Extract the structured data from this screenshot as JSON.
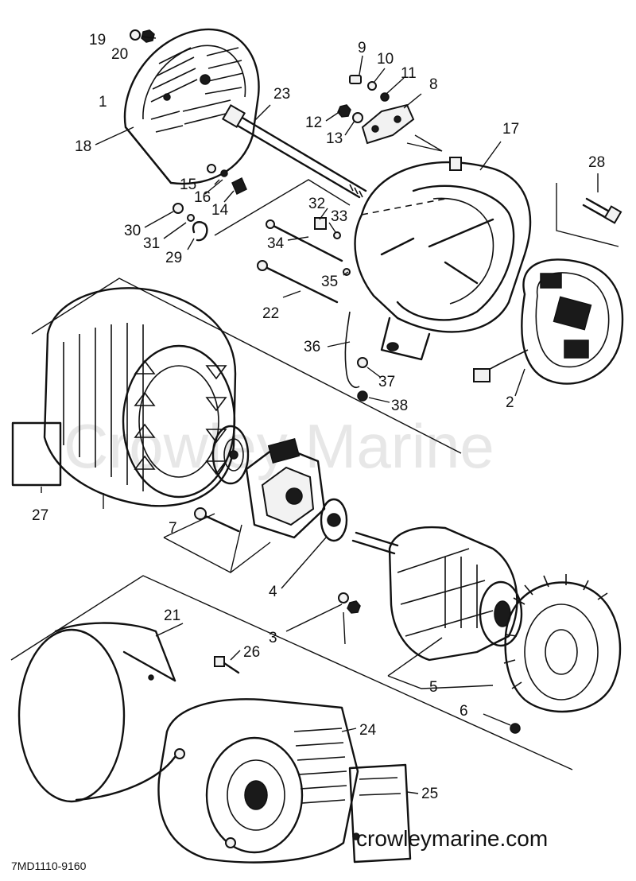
{
  "watermark": "Crowley Marine",
  "drawing_code": "7MD1110-9160",
  "website": "crowleymarine.com",
  "callouts": [
    {
      "id": "1",
      "label": "1"
    },
    {
      "id": "2",
      "label": "2"
    },
    {
      "id": "3",
      "label": "3"
    },
    {
      "id": "4",
      "label": "4"
    },
    {
      "id": "5",
      "label": "5"
    },
    {
      "id": "6",
      "label": "6"
    },
    {
      "id": "7",
      "label": "7"
    },
    {
      "id": "8",
      "label": "8"
    },
    {
      "id": "9",
      "label": "9"
    },
    {
      "id": "10",
      "label": "10"
    },
    {
      "id": "11",
      "label": "11"
    },
    {
      "id": "12",
      "label": "12"
    },
    {
      "id": "13",
      "label": "13"
    },
    {
      "id": "14",
      "label": "14"
    },
    {
      "id": "15",
      "label": "15"
    },
    {
      "id": "16",
      "label": "16"
    },
    {
      "id": "17",
      "label": "17"
    },
    {
      "id": "18",
      "label": "18"
    },
    {
      "id": "19",
      "label": "19"
    },
    {
      "id": "20",
      "label": "20"
    },
    {
      "id": "21",
      "label": "21"
    },
    {
      "id": "22",
      "label": "22"
    },
    {
      "id": "23",
      "label": "23"
    },
    {
      "id": "24",
      "label": "24"
    },
    {
      "id": "25",
      "label": "25"
    },
    {
      "id": "26",
      "label": "26"
    },
    {
      "id": "27",
      "label": "27"
    },
    {
      "id": "28",
      "label": "28"
    },
    {
      "id": "29",
      "label": "29"
    },
    {
      "id": "30",
      "label": "30"
    },
    {
      "id": "31",
      "label": "31"
    },
    {
      "id": "32",
      "label": "32"
    },
    {
      "id": "33",
      "label": "33"
    },
    {
      "id": "34",
      "label": "34"
    },
    {
      "id": "35",
      "label": "35"
    },
    {
      "id": "36",
      "label": "36"
    },
    {
      "id": "37",
      "label": "37"
    },
    {
      "id": "38",
      "label": "38"
    }
  ]
}
